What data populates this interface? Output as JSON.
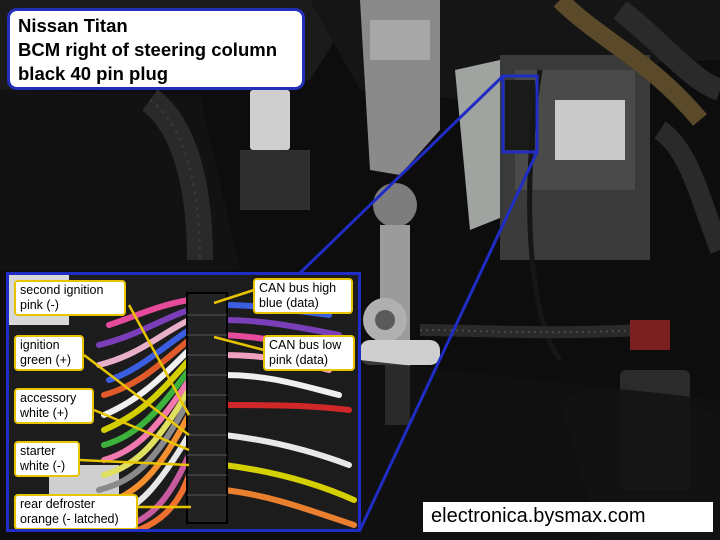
{
  "title": {
    "line1": "Nissan Titan",
    "line2": "BCM right of steering column",
    "line3": "black 40 pin plug"
  },
  "callouts_left": [
    {
      "line1": "second ignition",
      "line2": "pink (-)"
    },
    {
      "line1": "ignition",
      "line2": "green (+)"
    },
    {
      "line1": "accessory",
      "line2": "white (+)"
    },
    {
      "line1": "starter",
      "line2": "white (-)"
    },
    {
      "line1": "rear defroster",
      "line2": "orange (- latched)"
    }
  ],
  "callouts_right": [
    {
      "line1": "CAN bus high",
      "line2": "blue (data)"
    },
    {
      "line1": "CAN bus low",
      "line2": "pink (data)"
    }
  ],
  "watermark": "electronica.bysmax.com",
  "colors": {
    "frame": "#1f2dc4",
    "callout_border": "#e8c400",
    "pointer_line": "#e8c400"
  }
}
